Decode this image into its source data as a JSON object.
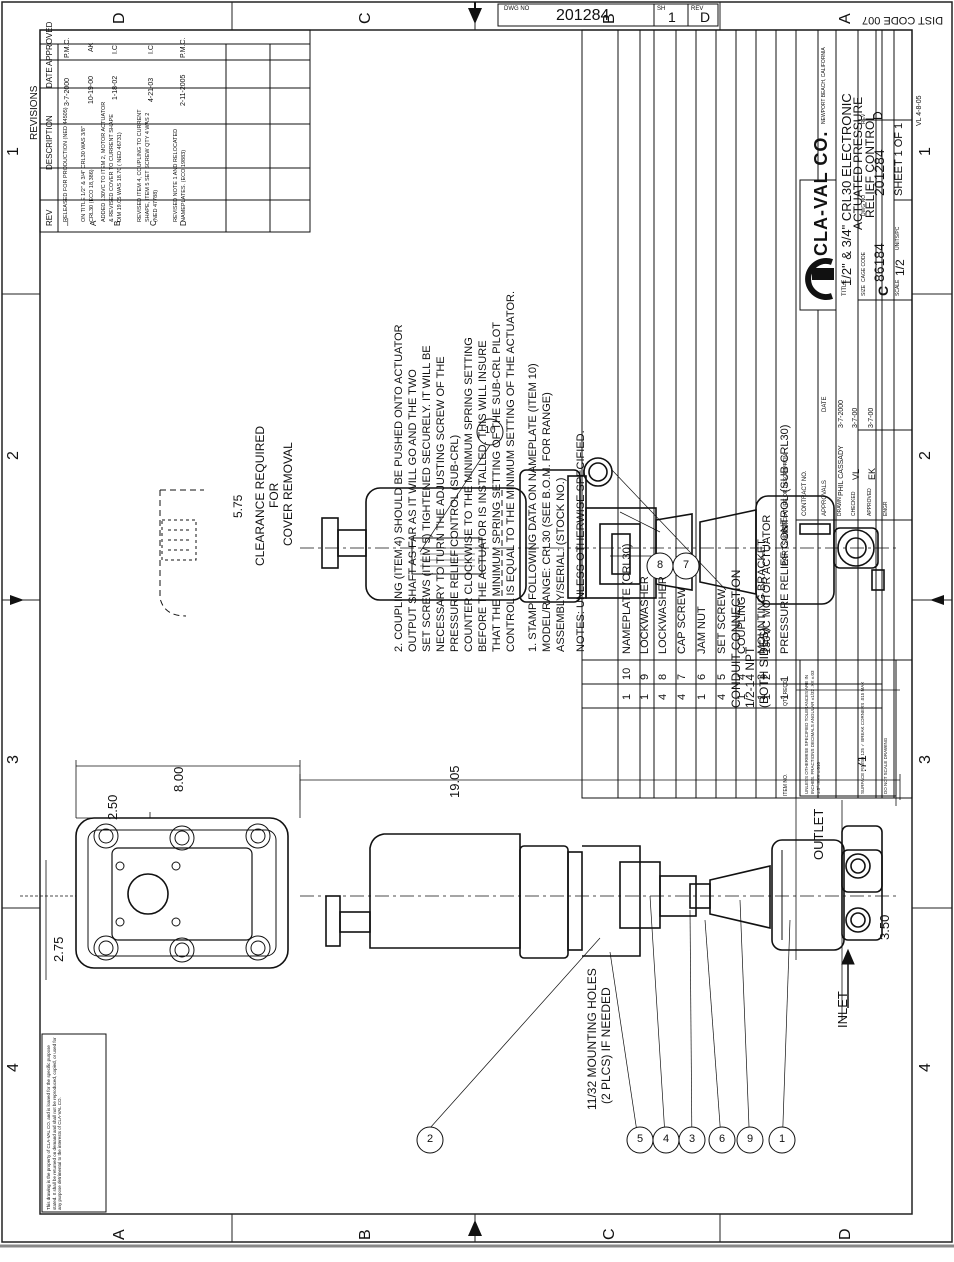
{
  "title_block": {
    "dwg_no_label": "DWG NO",
    "dwg_no": "201284",
    "sh_label": "SH",
    "sh": "1",
    "rev_label": "REV",
    "rev": "D",
    "dist_code": "DIST CODE 007",
    "company": "CLA-VAL CO.",
    "company_location": "NEWPORT BEACH, CALIFORNIA",
    "title_label": "TITLE",
    "title_line1": "1/2\" & 3/4\" CRL30 ELECTRONIC",
    "title_line2": "ACTUATED PRESSURE",
    "title_line3": "RELIEF CONTROL",
    "size_label": "SIZE",
    "size": "C",
    "cage_code_label": "CAGE CODE",
    "cage_code": "86184",
    "dwg_no_label2": "DWG NO",
    "rev_label2": "REV",
    "scale_label": "SCALE",
    "scale": "1/2",
    "units_label": "UNITS/PC",
    "sheet_text": "SHEET 1 OF 1",
    "vl_code": "VL 4-8-05",
    "contract_no_label": "CONTRACT NO.",
    "approvals_label": "APPROVALS",
    "date_label": "DATE",
    "drawn_label": "DRAWN",
    "drawn_by": "PHIL CASSADY",
    "drawn_date": "3-7-2000",
    "checked_label": "CHECKED",
    "checked_by": "VL",
    "checked_date": "3-7-00",
    "approved_label": "APPROVED",
    "approved_by": "EK",
    "approved_date": "3-7-00",
    "engr_label": "ENGR",
    "tolerance_text": "UNLESS OTHERWISE SPECIFIED TOLERANCES ARE IN INCHES. FRACTIONS DECIMALS ANGULAR ±1/32 .XX ±.03 ±.5° .XXX ±.010",
    "finish_text": "SURFACE FINISH 125 ✓ BREAK CORNERS .015 MAX",
    "noscale_text": "DO NOT SCALE DRAWING"
  },
  "revisions": {
    "heading": "REVISIONS",
    "col_rev": "REV",
    "col_desc": "DESCRIPTION",
    "col_date": "DATE",
    "col_approved": "APPROVED",
    "rows": [
      {
        "rev": "—",
        "desc1": "RELEASED FOR PRODUCTION (NED 44505)",
        "desc2": "",
        "desc3": "",
        "date": "3-7-2000",
        "approved": "P.M.C."
      },
      {
        "rev": "A",
        "desc1": "ON TITLE 1/2\" & 3/4\" CRL30 WAS 3/8\"",
        "desc2": "CRL30 (ECO 18,386)",
        "desc3": "",
        "date": "10-19-00",
        "approved": "AK"
      },
      {
        "rev": "B",
        "desc1": "ADDED 130VC TO ITEM 2, MOTOR ACTUATOR",
        "desc2": "& REVISED COVER TO CURRENT SHAPE",
        "desc3": "DIM 19.05 WAS 18.70 ( NED 46731)",
        "date": "1-18-02",
        "approved": "I.C."
      },
      {
        "rev": "C",
        "desc1": "REVISED ITEM 4, COUPLING TO CURRENT",
        "desc2": "SHAPE, ITEM 5 SET SCREW QTY 4 WAS 2",
        "desc3": "(NED 47788)",
        "date": "4-21-03",
        "approved": "I.C."
      },
      {
        "rev": "D",
        "desc1": "REVISED NOTE 1 AND RELOCATED",
        "desc2": "NAMEPLATES. (ECO 19883)",
        "desc3": "",
        "date": "2-11-2005",
        "approved": "P.M.C."
      }
    ]
  },
  "parts_list": {
    "heading": "PARTS LIST",
    "col_item": "ITEM NO.",
    "col_qty": "QTY REQD",
    "col_desc": "NOMENCLATURE OR DESCRIPTION",
    "items": [
      {
        "no": "10",
        "qty": "1",
        "desc": "NAMEPLATE (CRL30)"
      },
      {
        "no": "9",
        "qty": "1",
        "desc": "LOCKWASHER"
      },
      {
        "no": "8",
        "qty": "4",
        "desc": "LOCKWASHER"
      },
      {
        "no": "7",
        "qty": "4",
        "desc": "CAP SCREW"
      },
      {
        "no": "6",
        "qty": "1",
        "desc": "JAM NUT"
      },
      {
        "no": "5",
        "qty": "4",
        "desc": "SET SCREW"
      },
      {
        "no": "4",
        "qty": "1",
        "desc": "COUPLING"
      },
      {
        "no": "3",
        "qty": "1",
        "desc": "MOUNTING BRACKET"
      },
      {
        "no": "2",
        "qty": "1",
        "desc": "130VC MOTOR ACTUATOR"
      },
      {
        "no": "1",
        "qty": "1",
        "desc": "PRESSURE RELIEF CONTROL (SUB-CRL30)"
      }
    ]
  },
  "notes": {
    "heading": "NOTES: UNLESS OTHERWISE SPECIFIED.",
    "note1": [
      "1. STAMP FOLLOWING DATA ON NAMEPLATE (ITEM 10)",
      "MODEL/RANGE: CRL30 (SEE B.O.M. FOR RANGE)",
      "ASSEMBLY/SERIAL: (STOCK NO.)"
    ],
    "note2": [
      "2. COUPLING (ITEM 4) SHOULD BE PUSHED ONTO ACTUATOR",
      "OUTPUT SHAFT AS FAR AS IT WILL GO AND THE TWO",
      "SET SCREWS (ITEM 5) TIGHTENED SECURELY. IT WILL BE",
      "NECESSARY TO TURN THE ADJUSTING SCREW OF THE",
      "PRESSURE RELIEF CONTROL (SUB-CRL)",
      "COUNTER CLOCKWISE TO THE MINIMUM SPRING SETTING",
      "BEFORE THE ACTUATOR IS INSTALLED. THIS WILL INSURE",
      "THAT THE MINIMUM SPRING SETTING OF THE SUB-CRL PILOT",
      "CONTROL IS EQUAL TO THE MINIMUM SETTING OF THE ACTUATOR."
    ]
  },
  "annotations": {
    "dim_8_00": "8.00",
    "dim_2_50": "2.50",
    "dim_2_75": "2.75",
    "dim_19_05": "19.05",
    "dim_3_50": "3.50",
    "dim_0_71": ".71",
    "dim_5_75": "5.75",
    "clearance_1": "CLEARANCE REQUIRED",
    "clearance_2": "FOR",
    "clearance_3": "COVER REMOVAL",
    "conduit_1": "CONDUIT CONNECTION",
    "conduit_2": "1/2-14 NPT",
    "conduit_3": "(BOTH SIDES)",
    "mounting_1": "11/32 MOUNTING HOLES",
    "mounting_2": "(2 PLCS) IF NEEDED",
    "inlet": "INLET",
    "outlet": "OUTLET",
    "balloons_side": [
      "2",
      "5",
      "4",
      "3",
      "6",
      "9",
      "1"
    ],
    "balloons_front": [
      "10",
      "8",
      "7"
    ],
    "proprietary": "This drawing is the property of CLA-VAL CO. and is loaned for the specific purpose stated. It shall be returned on demand and shall not be reproduced, copied, or used for any purpose detrimental to the interests of CLA-VAL CO."
  },
  "zones": {
    "columns": [
      "4",
      "3",
      "2",
      "1"
    ],
    "rows": [
      "D",
      "C",
      "B",
      "A"
    ]
  }
}
